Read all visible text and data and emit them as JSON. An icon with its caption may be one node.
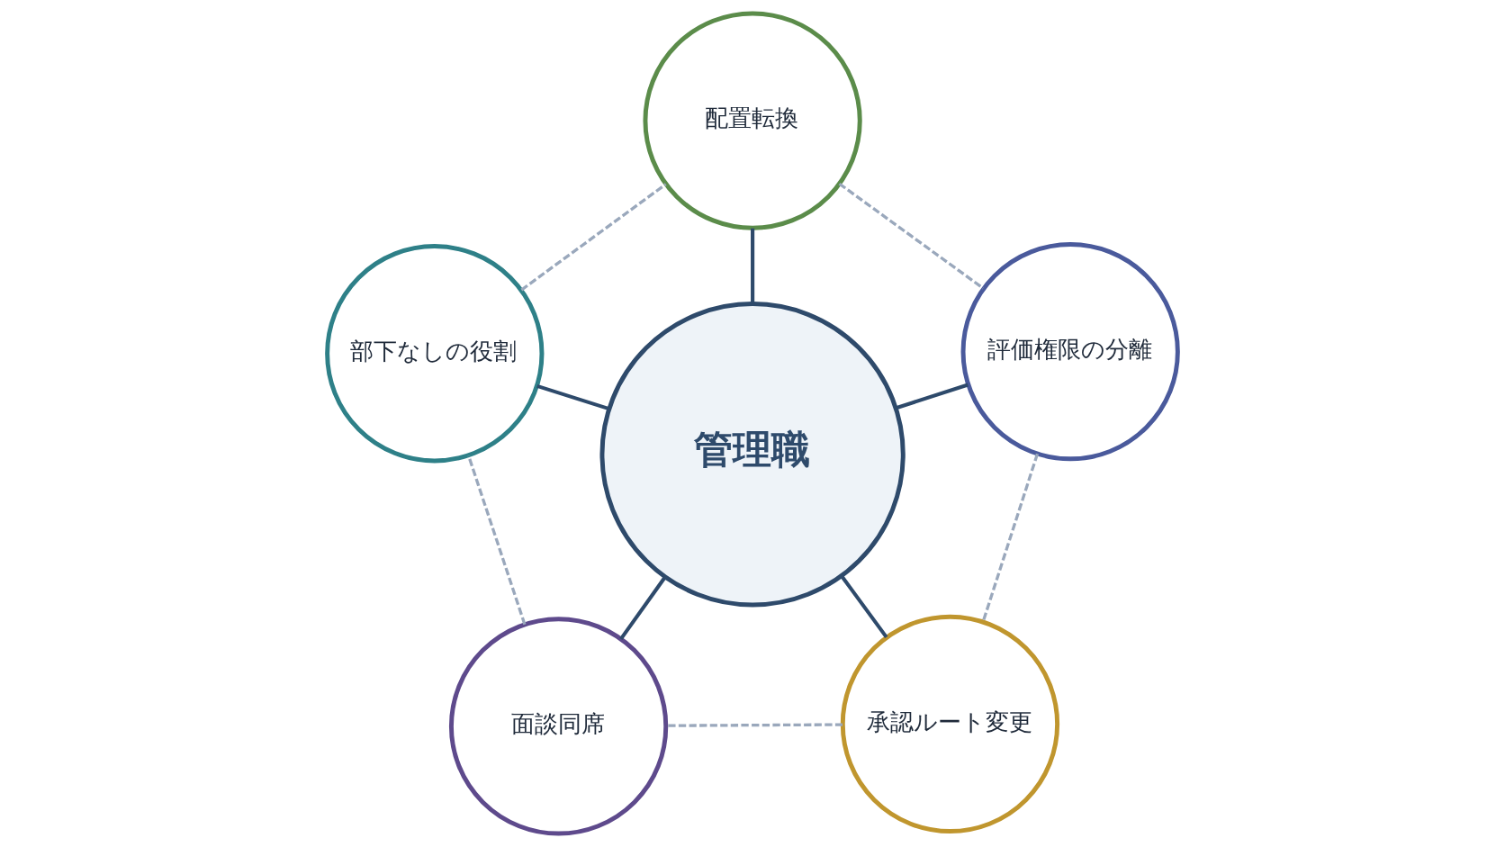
{
  "diagram": {
    "nodes": [
      {
        "text": [
          "配置転換"
        ]
      },
      {
        "text": [
          "部下なしの役割"
        ]
      },
      {
        "text": [
          "管理職"
        ]
      },
      {
        "text": [
          "評価権限の分離"
        ]
      },
      {
        "text": [
          "面談同席"
        ]
      },
      {
        "text": [
          "承認ルート変更"
        ]
      }
    ],
    "edges": [
      {
        "from": 2,
        "to": 0,
        "arrow": "none"
      },
      {
        "from": 2,
        "to": 3,
        "arrow": "none"
      },
      {
        "from": 2,
        "to": 5,
        "arrow": "none"
      },
      {
        "from": 2,
        "to": 4,
        "arrow": "none"
      },
      {
        "from": 2,
        "to": 1,
        "arrow": "none"
      },
      {
        "from": 0,
        "to": 3,
        "arrow": "none",
        "style": "dashed",
        "color": "#9aa8bc"
      },
      {
        "from": 3,
        "to": 5,
        "arrow": "none",
        "style": "dashed",
        "color": "#9aa8bc"
      },
      {
        "from": 5,
        "to": 4,
        "arrow": "none",
        "style": "dashed",
        "color": "#9aa8bc"
      },
      {
        "from": 4,
        "to": 1,
        "arrow": "none",
        "style": "dashed",
        "color": "#9aa8bc"
      },
      {
        "from": 1,
        "to": 0,
        "arrow": "none",
        "style": "dashed",
        "color": "#9aa8bc"
      }
    ]
  }
}
